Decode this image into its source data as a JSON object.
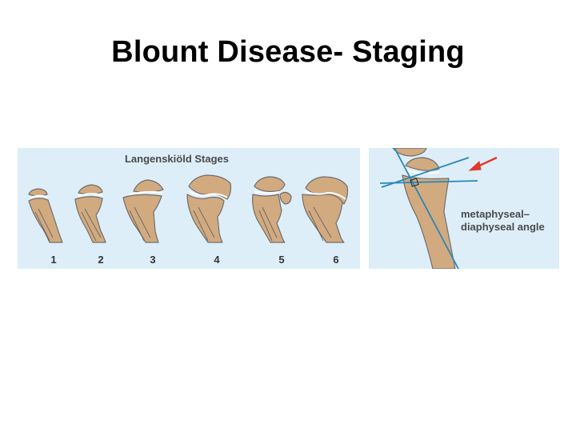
{
  "slide": {
    "title": "Blount Disease- Staging"
  },
  "stages_figure": {
    "heading": "Langenskiöld Stages",
    "stage_labels": [
      "1",
      "2",
      "3",
      "4",
      "5",
      "6"
    ]
  },
  "angle_figure": {
    "label_line1": "metaphyseal–",
    "label_line2": "diaphyseal angle"
  },
  "colors": {
    "panel_background": "#ddeef8",
    "bone_fill": "#d2aa80",
    "bone_outline": "#6e6e6e",
    "measurement_line": "#2b88b8",
    "arrow": "#e03a2c"
  }
}
